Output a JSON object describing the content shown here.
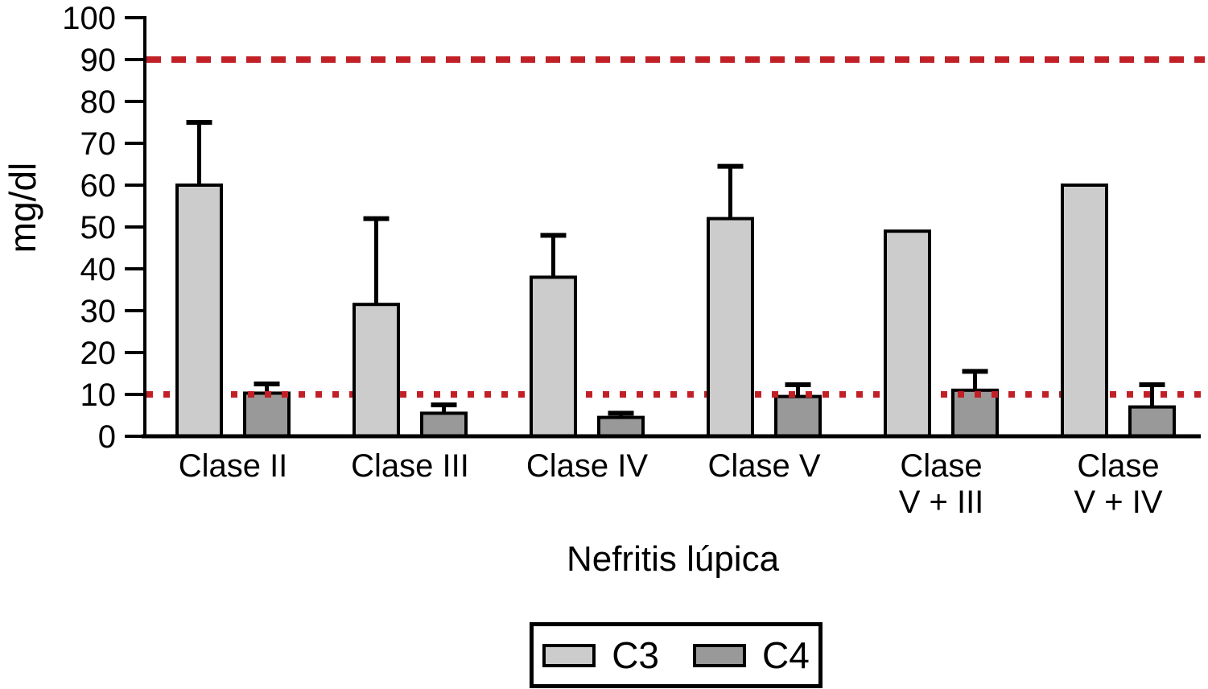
{
  "chart_data": {
    "type": "bar",
    "title": "",
    "xlabel": "Nefritis lúpica",
    "ylabel": "mg/dl",
    "ylim": [
      0,
      100
    ],
    "ytick_step": 10,
    "grid": false,
    "legend_position": "bottom",
    "categories": [
      [
        "Clase II"
      ],
      [
        "Clase III"
      ],
      [
        "Clase IV"
      ],
      [
        "Clase V"
      ],
      [
        "Clase",
        "V + III"
      ],
      [
        "Clase",
        "V + IV"
      ]
    ],
    "series": [
      {
        "name": "C3",
        "color": "#cccccc",
        "values": [
          60,
          31.5,
          38,
          52,
          49,
          60
        ],
        "errors_plus": [
          15,
          20.5,
          10,
          12.5,
          0,
          0
        ]
      },
      {
        "name": "C4",
        "color": "#999999",
        "values": [
          10.3,
          5.5,
          4.5,
          9.5,
          11,
          7
        ],
        "errors_plus": [
          2.2,
          2,
          1,
          2.8,
          4.5,
          5.3
        ]
      }
    ],
    "reference_lines": [
      {
        "value": 90,
        "style": "dashed",
        "color": "#c02026"
      },
      {
        "value": 10,
        "style": "dotted",
        "color": "#c02026"
      }
    ],
    "axis_color": "#000000"
  }
}
